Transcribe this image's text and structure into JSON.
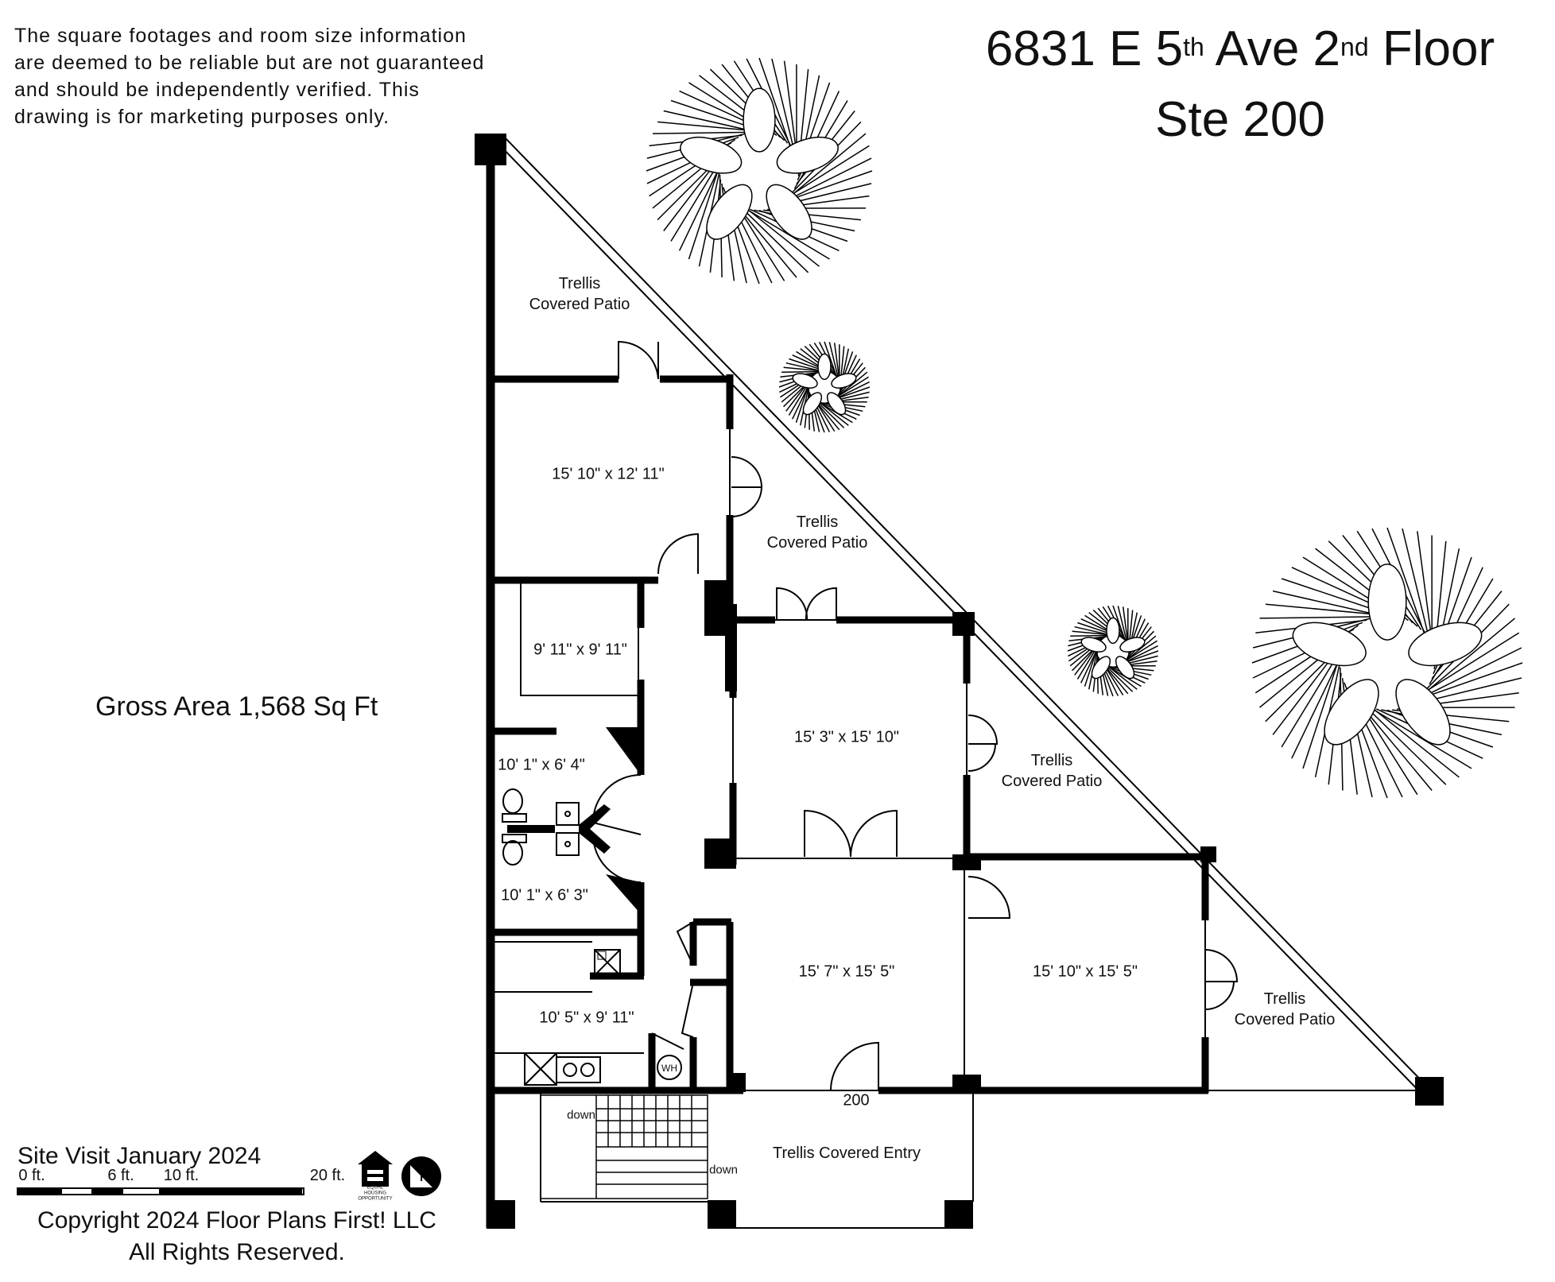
{
  "disclaimer": [
    "The square footages and room size information",
    "are deemed to be reliable but are not guaranteed",
    "and should be independently verified. This",
    "drawing is for marketing purposes only."
  ],
  "title": {
    "line1_pre": "6831 E 5",
    "line1_sup1": "th",
    "line1_mid": " Ave 2",
    "line1_sup2": "nd",
    "line1_post": " Floor",
    "line2": "Ste 200"
  },
  "gross_area": "Gross Area 1,568 Sq Ft",
  "rooms": {
    "r1": "15' 10\" x 12' 11\"",
    "r2": "9' 11\" x 9' 11\"",
    "r3": "15' 3\" x 15' 10\"",
    "r4": "10' 1\" x 6' 4\"",
    "r5": "10' 1\" x 6' 3\"",
    "r6": "15' 7\" x 15' 5\"",
    "r7": "15' 10\" x 15' 5\"",
    "r8": "10' 5\" x 9' 11\""
  },
  "patios": {
    "p1_a": "Trellis",
    "p1_b": "Covered Patio",
    "p2_a": "Trellis",
    "p2_b": "Covered Patio",
    "p3_a": "Trellis",
    "p3_b": "Covered Patio",
    "p4_a": "Trellis",
    "p4_b": "Covered Patio",
    "entry": "Trellis Covered Entry"
  },
  "unit_number": "200",
  "stairs": {
    "down1": "down",
    "down2": "down"
  },
  "water_heater": "WH",
  "site_visit": "Site Visit January 2024",
  "scale": {
    "s0": "0 ft.",
    "s6": "6 ft.",
    "s10": "10 ft.",
    "s20": "20 ft."
  },
  "equal_housing": "EQUAL HOUSING OPPORTUNITY",
  "copyright": [
    "Copyright 2024 Floor Plans First! LLC",
    "All Rights Reserved."
  ]
}
